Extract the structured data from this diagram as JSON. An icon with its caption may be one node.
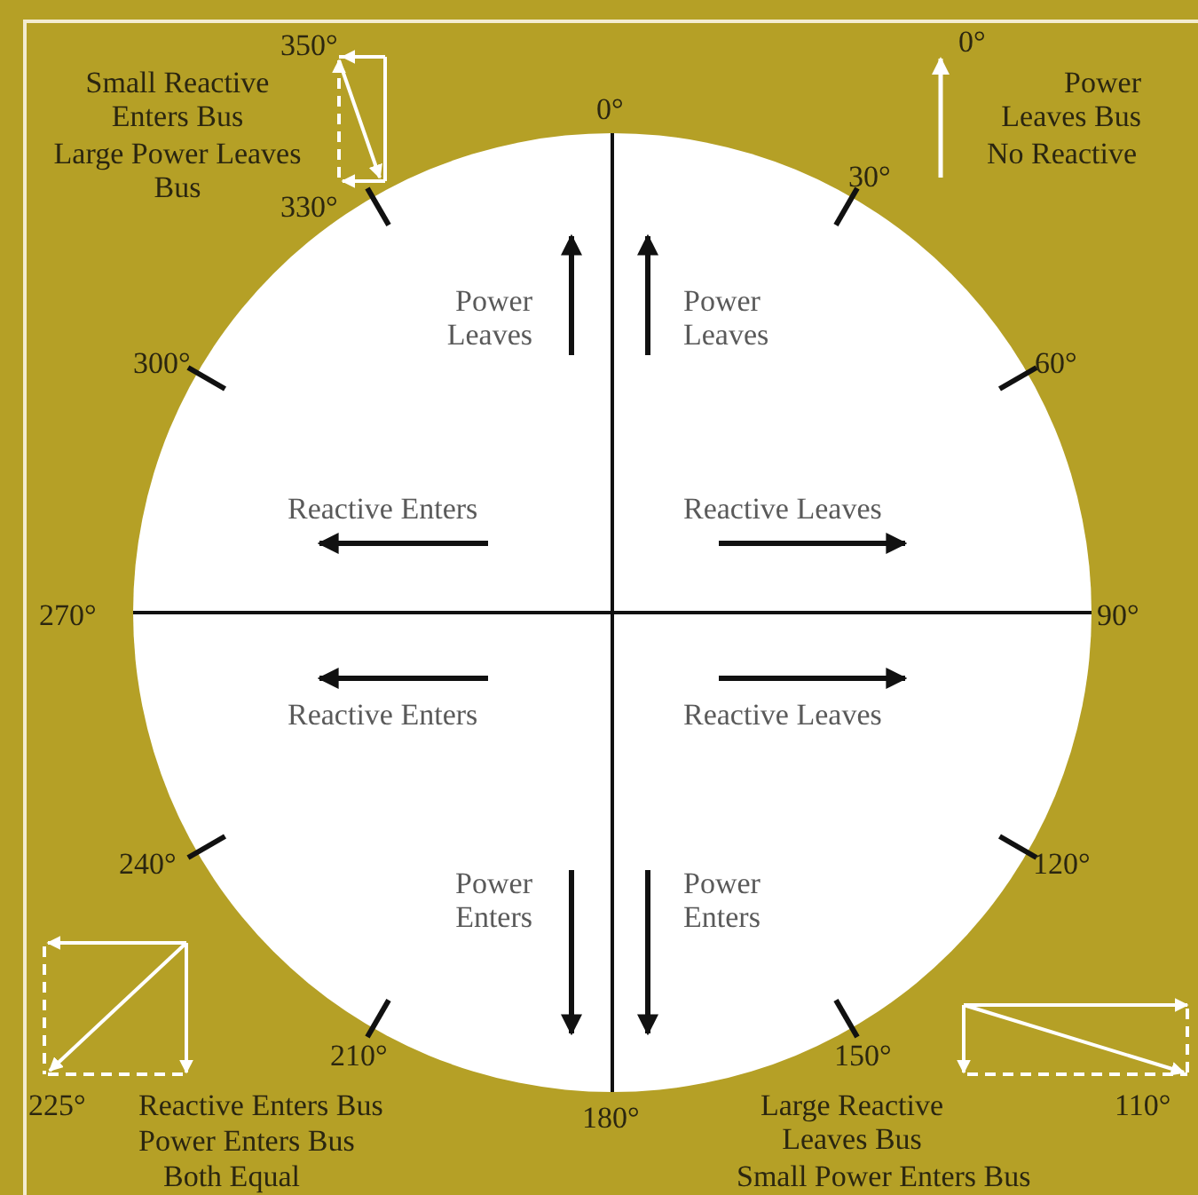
{
  "diagram": {
    "labels": [
      "350°",
      "Small Reactive Enters Bus",
      "Large Power Leaves Bus",
      "330°",
      "0°",
      "0°",
      "Power Leaves Bus",
      "No Reactive",
      "30°",
      "Power Leaves",
      "Power Leaves",
      "300°",
      "60°",
      "Reactive Enters",
      "Reactive Leaves",
      "270°",
      "90°",
      "Reactive Enters",
      "Reactive Leaves",
      "240°",
      "120°",
      "Power Enters",
      "Power Enters",
      "210°",
      "150°",
      "225°",
      "Reactive Enters Bus",
      "Power Enters Bus",
      "Both Equal",
      "180°",
      "Large Reactive Leaves Bus",
      "110°",
      "Small Power Enters Bus"
    ]
  }
}
